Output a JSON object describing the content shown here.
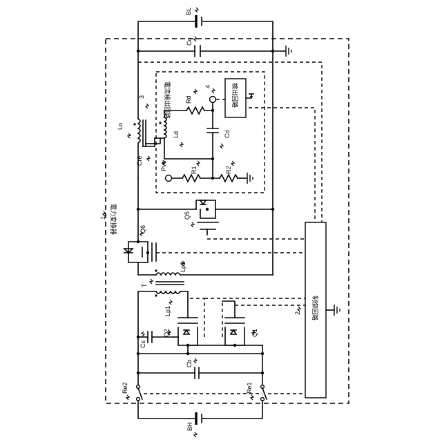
{
  "labels": {
    "bl": "BL",
    "co": "Co",
    "bh": "BH",
    "cb": "Cb",
    "cs": "Cs",
    "lo": "Lo",
    "cre": "Cre",
    "rd": "Rd",
    "ld": "Ld",
    "cd": "Cd",
    "pvc": "Pvc",
    "r1": "R1",
    "r2": "R2",
    "q1": "Q1",
    "q2": "Q2",
    "q5": "Q5",
    "q6": "Q6",
    "lp1": "Lp1",
    "lp2": "Lp2",
    "t": "T",
    "re1": "Re1",
    "re2": "Re2",
    "num1": "1",
    "num2": "2",
    "num3": "3",
    "num4": "4"
  },
  "blocks": {
    "converter": "電力変換器",
    "current_detect": "電流検出回路",
    "detect": "検出回路",
    "control": "制御回路"
  }
}
